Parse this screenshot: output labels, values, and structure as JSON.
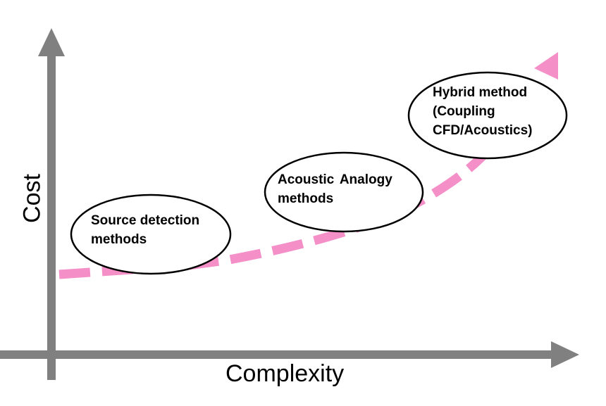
{
  "axes": {
    "x_label": "Complexity",
    "y_label": "Cost",
    "color": "#808080"
  },
  "curve": {
    "color": "#f48fc8",
    "style": "dashed"
  },
  "nodes": [
    {
      "id": "source",
      "text": "Source detection\nmethods"
    },
    {
      "id": "acoustic",
      "text": "Acoustic Analogy\nmethods"
    },
    {
      "id": "hybrid",
      "text": "Hybrid method\n(Coupling\nCFD/Acoustics)"
    }
  ]
}
